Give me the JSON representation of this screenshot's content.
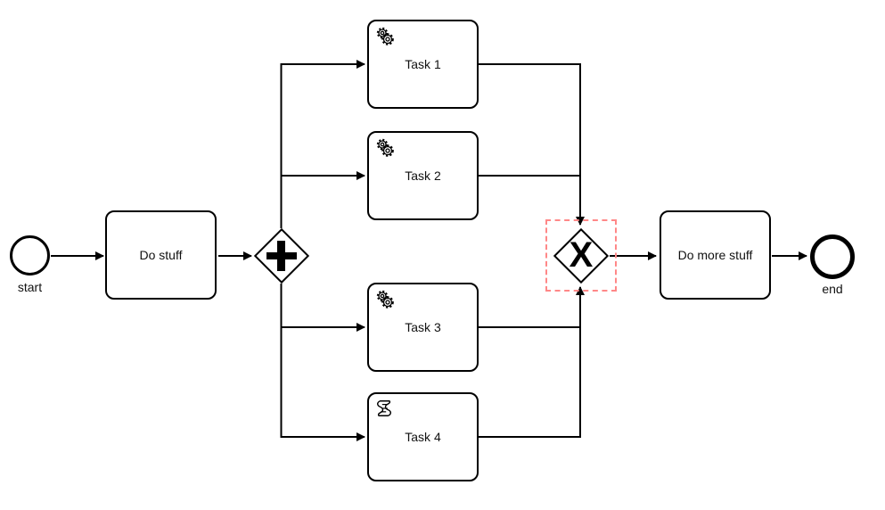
{
  "canvas": {
    "background": "#ffffff"
  },
  "colors": {
    "stroke": "#000000",
    "shape_fill": "#ffffff",
    "selection_outline": "#ff8888",
    "text": "#111111"
  },
  "process": {
    "start_event": {
      "label": "start",
      "type": "start-event"
    },
    "end_event": {
      "label": "end",
      "type": "end-event"
    },
    "tasks": [
      {
        "id": "do_stuff",
        "label": "Do stuff",
        "type": "task",
        "icon": "none"
      },
      {
        "id": "task1",
        "label": "Task 1",
        "type": "service-task",
        "icon": "gears-icon"
      },
      {
        "id": "task2",
        "label": "Task 2",
        "type": "service-task",
        "icon": "gears-icon"
      },
      {
        "id": "task3",
        "label": "Task 3",
        "type": "service-task",
        "icon": "gears-icon"
      },
      {
        "id": "task4",
        "label": "Task 4",
        "type": "script-task",
        "icon": "scroll-icon"
      },
      {
        "id": "do_more_stuff",
        "label": "Do more stuff",
        "type": "task",
        "icon": "none"
      }
    ],
    "gateways": [
      {
        "id": "split",
        "type": "parallel-gateway",
        "marker": "+",
        "selected": false
      },
      {
        "id": "join",
        "type": "exclusive-gateway",
        "marker": "X",
        "selected": true
      }
    ],
    "flows": [
      "start to Do stuff",
      "Do stuff to parallel gateway",
      "parallel gateway to Task 1",
      "parallel gateway to Task 2",
      "parallel gateway to Task 3",
      "parallel gateway to Task 4",
      "Task 1 to exclusive gateway",
      "Task 2 to exclusive gateway",
      "Task 3 to exclusive gateway",
      "Task 4 to exclusive gateway",
      "exclusive gateway to Do more stuff",
      "Do more stuff to end"
    ]
  }
}
